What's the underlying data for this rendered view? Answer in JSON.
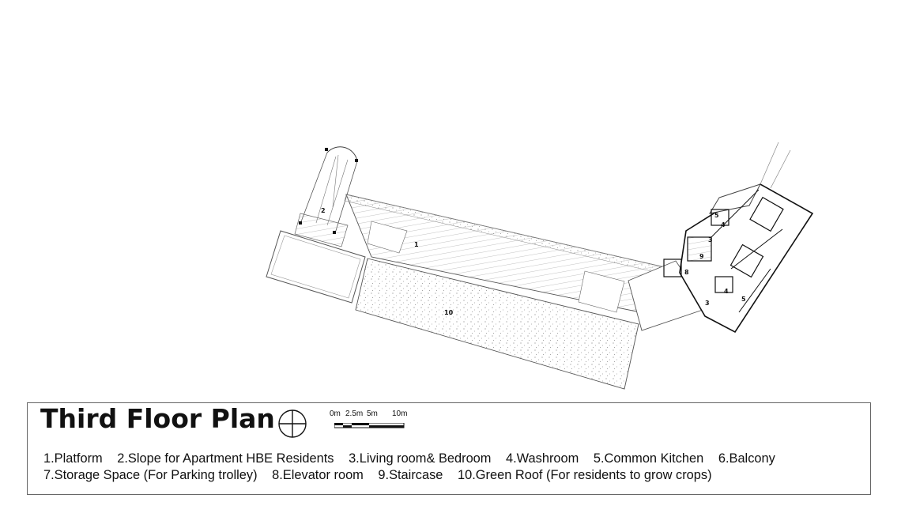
{
  "title": "Third Floor Plan",
  "scale_labels": [
    "0m",
    "2.5m",
    "5m",
    "10m"
  ],
  "plan_labels": [
    "1",
    "2",
    "3",
    "3",
    "4",
    "4",
    "5",
    "5",
    "8",
    "9",
    "10"
  ],
  "legend": [
    [
      "1.Platform",
      "2.Slope for Apartment HBE Residents",
      "3.Living room& Bedroom",
      "4.Washroom",
      "5.Common Kitchen",
      "6.Balcony"
    ],
    [
      "7.Storage Space (For Parking trolley)",
      "8.Elevator room",
      "9.Staircase",
      "10.Green Roof (For residents to grow crops)"
    ]
  ]
}
